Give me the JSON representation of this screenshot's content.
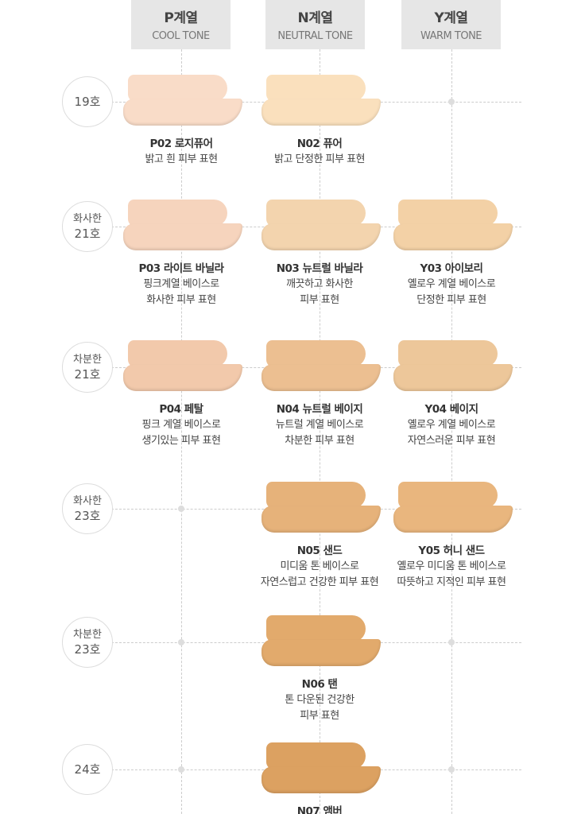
{
  "columns": [
    {
      "title": "P계열",
      "subtitle": "COOL TONE"
    },
    {
      "title": "N계열",
      "subtitle": "NEUTRAL TONE"
    },
    {
      "title": "Y계열",
      "subtitle": "WARM TONE"
    }
  ],
  "rows": [
    {
      "label_top": "",
      "label": "19호"
    },
    {
      "label_top": "화사한",
      "label": "21호"
    },
    {
      "label_top": "차분한",
      "label": "21호"
    },
    {
      "label_top": "화사한",
      "label": "23호"
    },
    {
      "label_top": "차분한",
      "label": "23호"
    },
    {
      "label_top": "",
      "label": "24호"
    }
  ],
  "products": [
    {
      "row": 0,
      "col": 0,
      "name": "P02 로지퓨어",
      "desc": [
        "밝고 흰 피부 표현"
      ],
      "color": "#f9dcc8"
    },
    {
      "row": 0,
      "col": 1,
      "name": "N02 퓨어",
      "desc": [
        "밝고 단정한 피부 표현"
      ],
      "color": "#fae0bd"
    },
    {
      "row": 1,
      "col": 0,
      "name": "P03 라이트 바닐라",
      "desc": [
        "핑크계열 베이스로",
        "화사한 피부 표현"
      ],
      "color": "#f6d4bd"
    },
    {
      "row": 1,
      "col": 1,
      "name": "N03 뉴트럴 바닐라",
      "desc": [
        "깨끗하고 화사한",
        "피부 표현"
      ],
      "color": "#f3d4ae"
    },
    {
      "row": 1,
      "col": 2,
      "name": "Y03 아이보리",
      "desc": [
        "옐로우 계열 베이스로",
        "단정한 피부 표현"
      ],
      "color": "#f3d1a6"
    },
    {
      "row": 2,
      "col": 0,
      "name": "P04 페탈",
      "desc": [
        "핑크 계열 베이스로",
        "생기있는 피부 표현"
      ],
      "color": "#f2c9ab"
    },
    {
      "row": 2,
      "col": 1,
      "name": "N04 뉴트럴 베이지",
      "desc": [
        "뉴트럴 계열 베이스로",
        "차분한 피부 표현"
      ],
      "color": "#ecbf91"
    },
    {
      "row": 2,
      "col": 2,
      "name": "Y04 베이지",
      "desc": [
        "옐로우 계열 베이스로",
        "자연스러운 피부 표현"
      ],
      "color": "#edc79a"
    },
    {
      "row": 3,
      "col": 1,
      "name": "N05 샌드",
      "desc": [
        "미디움 톤 베이스로",
        "자연스럽고 건강한 피부 표현"
      ],
      "color": "#e6b27a"
    },
    {
      "row": 3,
      "col": 2,
      "name": "Y05 허니 샌드",
      "desc": [
        "옐로우 미디움 톤 베이스로",
        "따뜻하고 지적인 피부 표현"
      ],
      "color": "#e9b67e"
    },
    {
      "row": 4,
      "col": 1,
      "name": "N06 탠",
      "desc": [
        "톤 다운된 건강한",
        "피부 표현"
      ],
      "color": "#e2aa6c"
    },
    {
      "row": 5,
      "col": 1,
      "name": "N07 앰버",
      "desc": [],
      "color": "#dca161"
    }
  ]
}
